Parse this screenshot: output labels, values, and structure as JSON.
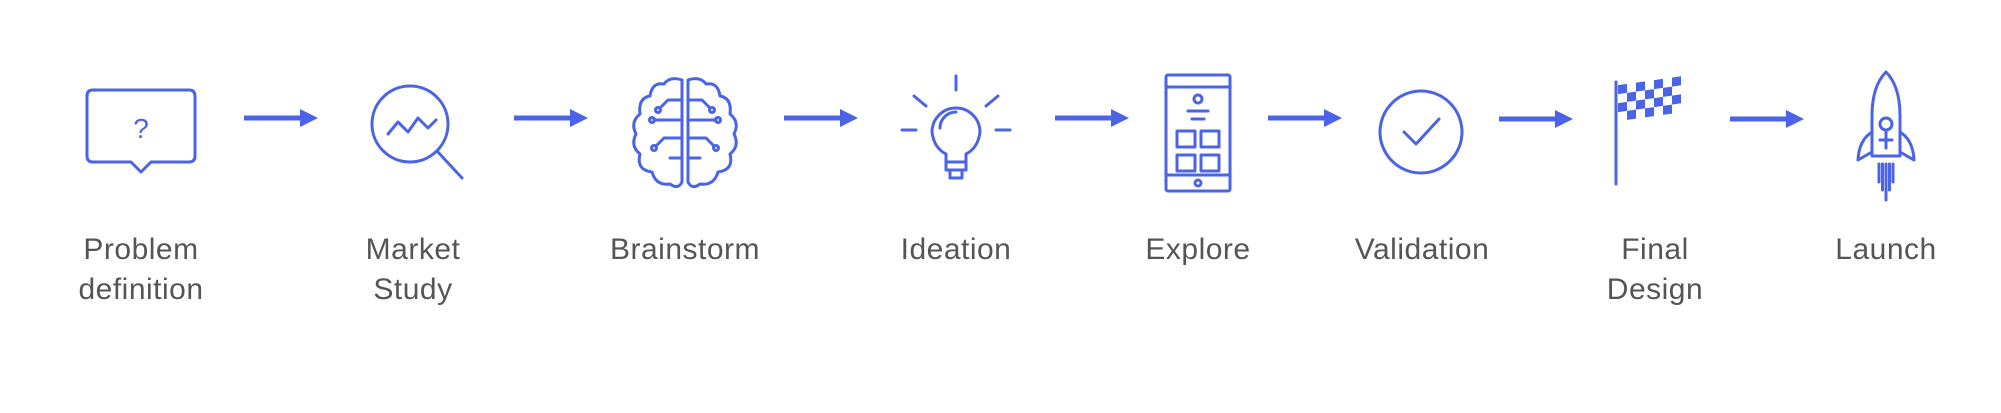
{
  "accent_color": "#4B63E6",
  "text_color": "#555555",
  "steps": [
    {
      "icon": "speech-bubble-question-icon",
      "line1": "Problem",
      "line2": "definition"
    },
    {
      "icon": "magnifier-chart-icon",
      "line1": "Market",
      "line2": "Study"
    },
    {
      "icon": "brain-icon",
      "line1": "Brainstorm",
      "line2": ""
    },
    {
      "icon": "lightbulb-icon",
      "line1": "Ideation",
      "line2": ""
    },
    {
      "icon": "mobile-phone-icon",
      "line1": "Explore",
      "line2": ""
    },
    {
      "icon": "checkmark-circle-icon",
      "line1": "Validation",
      "line2": ""
    },
    {
      "icon": "checkered-flag-icon",
      "line1": "Final",
      "line2": "Design"
    },
    {
      "icon": "rocket-icon",
      "line1": "Launch",
      "line2": ""
    }
  ],
  "connector_icon": "arrow-right-icon"
}
